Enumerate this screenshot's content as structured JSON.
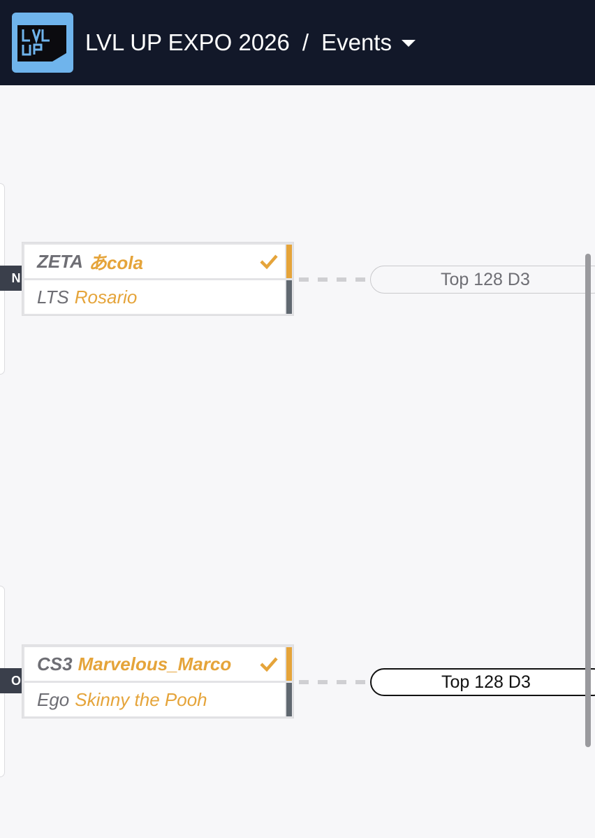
{
  "header": {
    "logo_text": "LVL UP",
    "event_title": "LVL UP EXPO 2026",
    "separator": "/",
    "section_label": "Events",
    "colors": {
      "background": "#121829",
      "logo": "#6fb4ec"
    }
  },
  "matches": [
    {
      "badge": "N",
      "top": {
        "team": "ZETA",
        "name": "あcola",
        "winner": true
      },
      "bottom": {
        "team": "LTS",
        "name": "Rosario",
        "winner": false
      },
      "next": "Top 128 D3"
    },
    {
      "badge": "O",
      "top": {
        "team": "CS3",
        "name": "Marvelous_Marco",
        "winner": true
      },
      "bottom": {
        "team": "Ego",
        "name": "Skinny the Pooh",
        "winner": false
      },
      "next": "Top 128 D3"
    }
  ],
  "colors": {
    "accent": "#e5a43a",
    "loser_bar": "#606870",
    "badge": "#3a3f4b"
  }
}
